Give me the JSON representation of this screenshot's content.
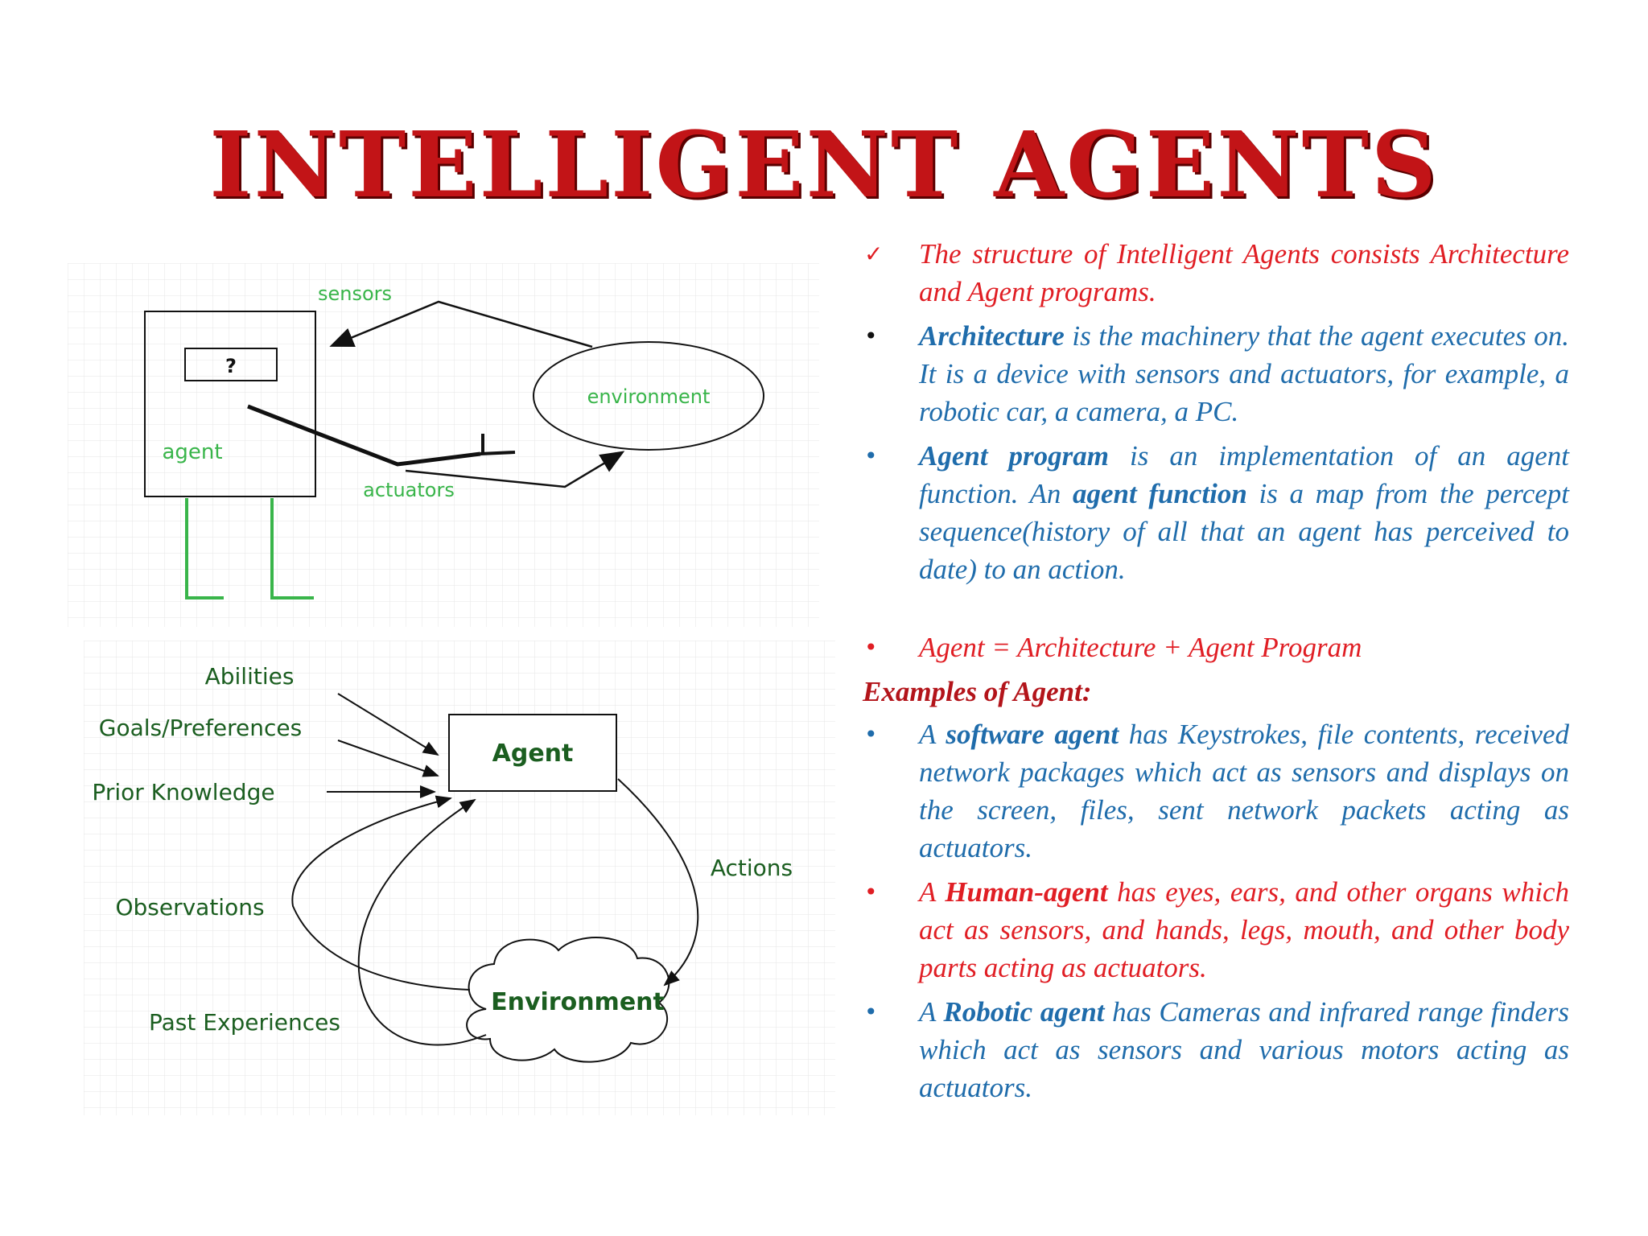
{
  "title": "INTELLIGENT AGENTS",
  "diagram1": {
    "sensors": "sensors",
    "question": "?",
    "agent": "agent",
    "environment": "environment",
    "actuators": "actuators"
  },
  "diagram2": {
    "abilities": "Abilities",
    "goals": "Goals/Preferences",
    "prior": "Prior Knowledge",
    "observations": "Observations",
    "past": "Past Experiences",
    "agent": "Agent",
    "actions": "Actions",
    "environment": "Environment"
  },
  "bullets": {
    "b1": {
      "text": "The structure of Intelligent Agents consists Architecture and Agent programs."
    },
    "b2": {
      "bold": "Architecture",
      "text": " is the machinery that the agent executes on. It is a device with sensors and actuators, for example, a robotic car, a camera, a PC."
    },
    "b3": {
      "bold1": "Agent program",
      "text1": " is an implementation of an agent function. An ",
      "bold2": "agent function",
      "text2": " is a map from the percept sequence(history of all that an agent has perceived to date) to an action."
    },
    "b4": {
      "text": "Agent = Architecture + Agent Program"
    },
    "examples_heading": "Examples of Agent:",
    "b5": {
      "pre": "A ",
      "bold": "software agent",
      "text": " has Keystrokes, file contents, received network packages which act as sensors and displays on the screen, files, sent network packets acting as actuators."
    },
    "b6": {
      "pre": "A ",
      "bold": "Human-agent",
      "text": " has eyes, ears, and other organs which act as sensors, and hands, legs, mouth, and other body parts acting as actuators."
    },
    "b7": {
      "pre": "A ",
      "bold": "Robotic agent",
      "text": " has Cameras and infrared range finders which act as sensors and various motors acting as actuators."
    }
  },
  "markers": {
    "check": "✓",
    "bullet": "•"
  },
  "colors": {
    "title": "#c21417",
    "red_text": "#e01e24",
    "blue_text": "#1f6cab",
    "green_label": "#39b54a",
    "dark_green_label": "#1b5e20"
  }
}
